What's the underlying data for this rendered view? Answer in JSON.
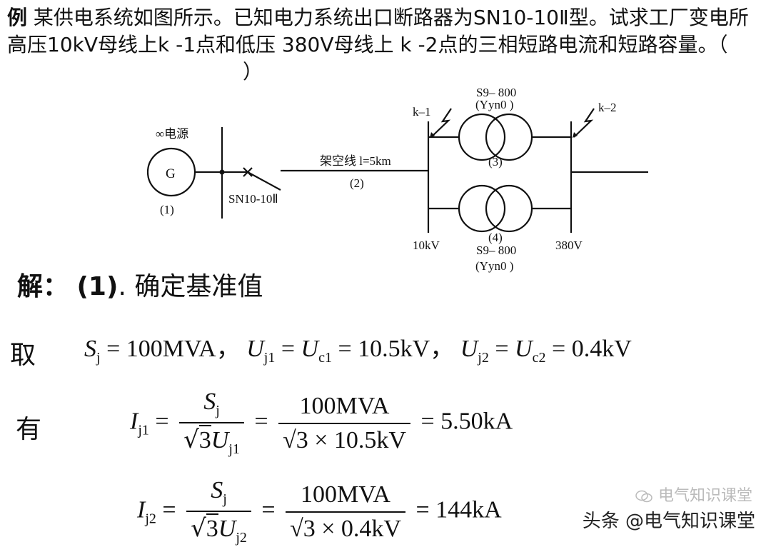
{
  "problem": {
    "lead": "例",
    "text": " 某供电系统如图所示。已知电力系统出口断路器为SN10-10Ⅱ型。试求工厂变电所高压10kV母线上k -1点和低压 380V母线上 k -2点的三相短路电流和短路容量。（",
    "close": "）"
  },
  "diagram": {
    "source_label": "∞电源",
    "generator": "G",
    "generator_num": "(1)",
    "breaker": "SN10-10Ⅱ",
    "line_label": "架空线 l=5km",
    "line_num": "(2)",
    "k1": "k–1",
    "k2": "k–2",
    "t3_model": "S9– 800",
    "t3_conn": "(Yyn0 )",
    "t3_num": "(3)",
    "t4_num": "(4)",
    "t4_model": "S9– 800",
    "t4_conn": "(Yyn0 )",
    "hv_bus": "10kV",
    "lv_bus": "380V"
  },
  "solution": {
    "prefix": "解：",
    "step": "(1)",
    "title": ". 确定基准值",
    "take": "取",
    "have": "有",
    "base_S": "100MVA，",
    "base_U1": "10.5kV，",
    "base_U2": "0.4kV",
    "i1_num": "100MVA",
    "i1_den": "3 × 10.5kV",
    "i1_result": "= 5.50kA",
    "i2_num": "100MVA",
    "i2_den": "3 × 0.4kV",
    "i2_result": "= 144kA"
  },
  "watermark": {
    "ghost": "电气知识课堂",
    "text": "头条 @电气知识课堂"
  }
}
